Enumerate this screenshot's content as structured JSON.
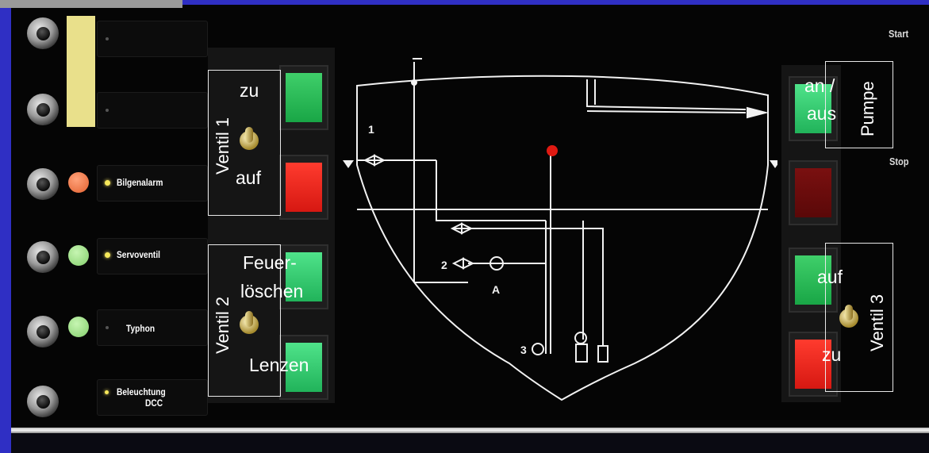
{
  "indicators": [
    {
      "label": "",
      "lamp": "none"
    },
    {
      "label": "",
      "lamp": "none"
    },
    {
      "label": "Bilgenalarm",
      "lamp": "orange"
    },
    {
      "label": "Servoventil",
      "lamp": "green"
    },
    {
      "label": "Typhon",
      "lamp": "green"
    },
    {
      "label": "Beleuchtung\nDCC",
      "lamp": "none"
    }
  ],
  "labels": {
    "bilgenalarm": "Bilgenalarm",
    "servoventil": "Servoventil",
    "typhon": "Typhon",
    "beleuchtung_line1": "Beleuchtung",
    "beleuchtung_line2": "DCC"
  },
  "valve1": {
    "title": "Ventil 1",
    "upper": "zu",
    "lower": "auf"
  },
  "valve2": {
    "title": "Ventil 2",
    "upper_line1": "Feuer-",
    "upper_line2": "löschen",
    "lower": "Lenzen"
  },
  "pump": {
    "title": "Pumpe",
    "text_line1": "an /",
    "text_line2": "aus",
    "start": "Start",
    "stop": "Stop"
  },
  "valve3": {
    "title": "Ventil 3",
    "upper": "auf",
    "lower": "zu"
  },
  "diagram": {
    "label_1": "1",
    "label_2": "2",
    "label_3": "3",
    "label_a": "A"
  },
  "colors": {
    "background": "#2f2fc4",
    "panel": "#050505",
    "green": "#1fb650",
    "red": "#e8231a",
    "darkred": "#6a0c0c",
    "lamp_orange": "#f07a45",
    "lamp_green": "#9de08a"
  }
}
